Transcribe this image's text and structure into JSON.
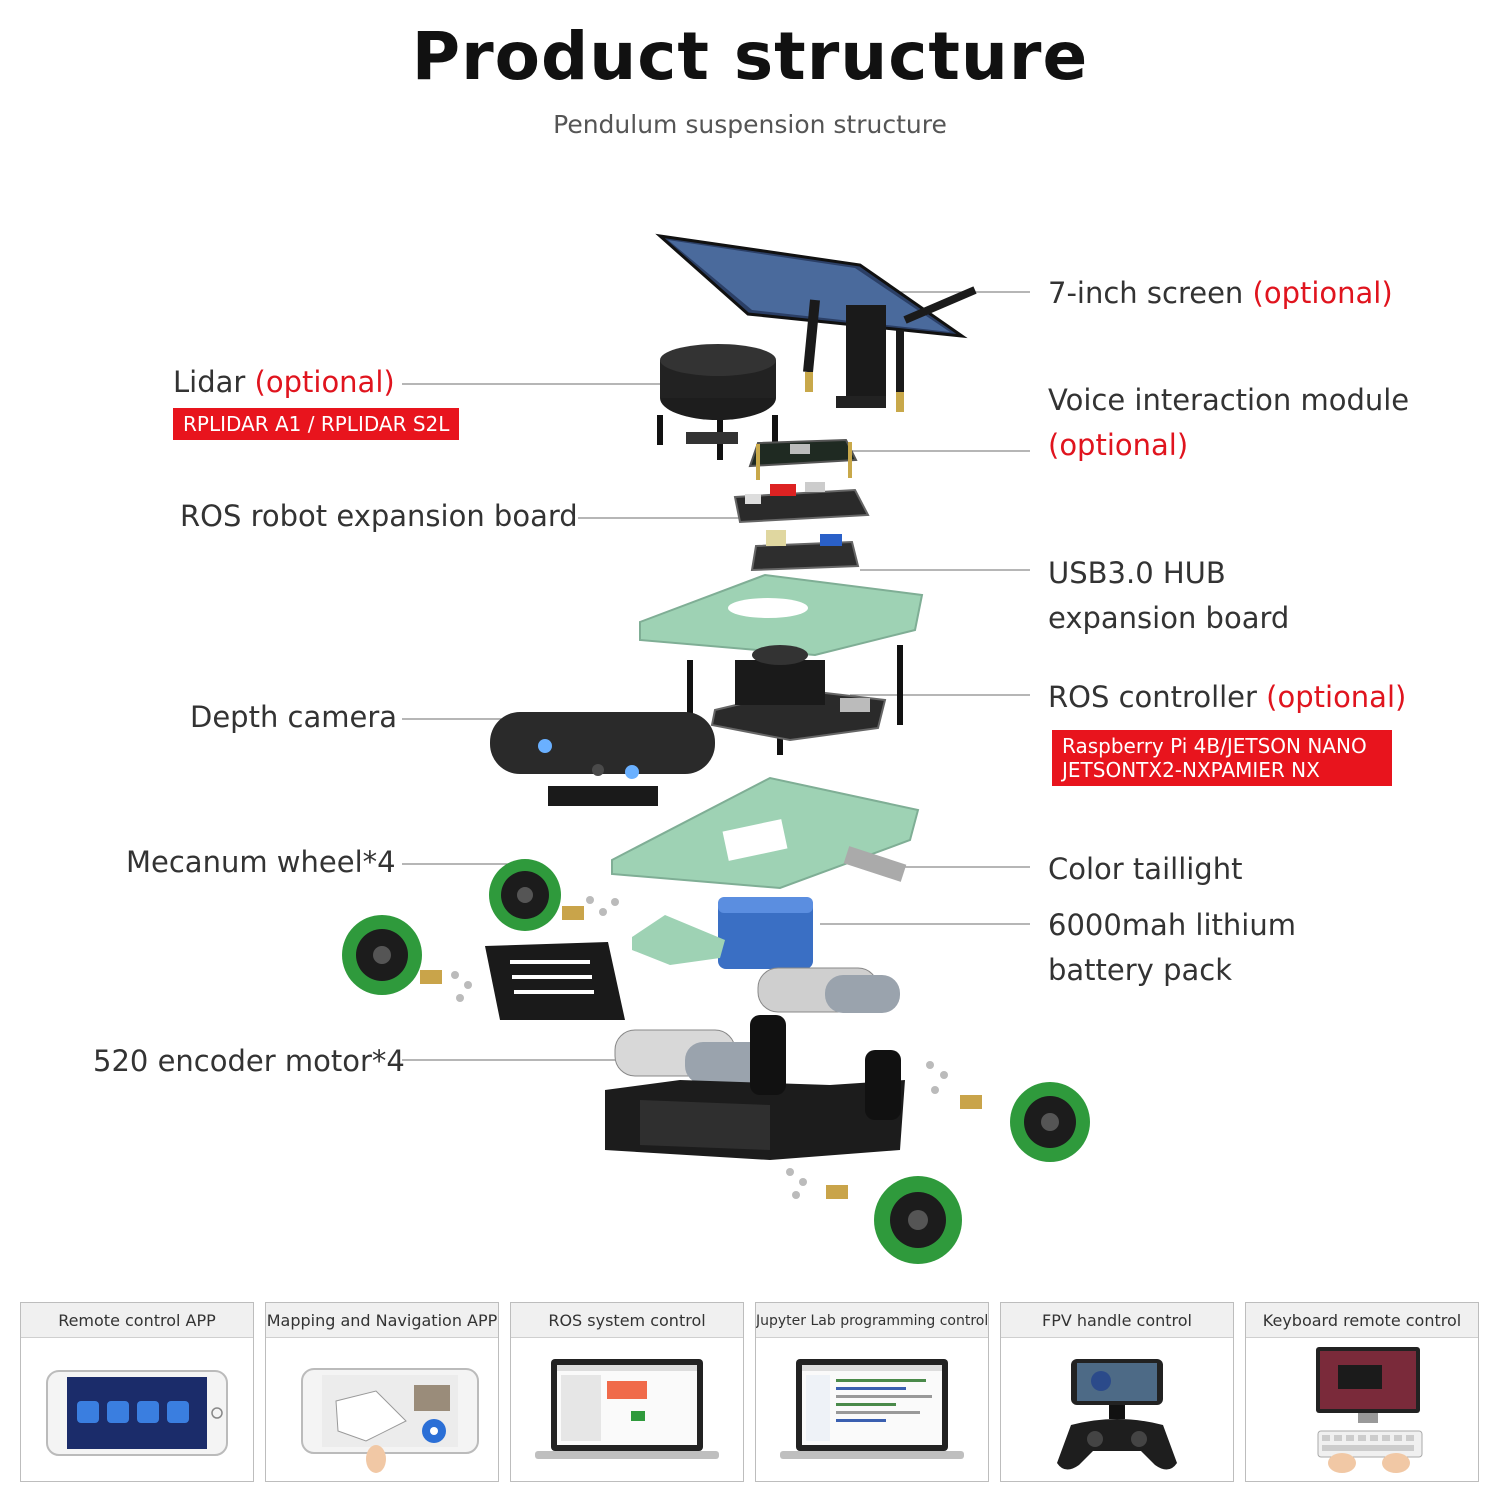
{
  "header": {
    "title": "Product structure",
    "subtitle": "Pendulum suspension structure"
  },
  "labels": {
    "screen": {
      "text": "7-inch screen ",
      "optional": "(optional)"
    },
    "lidar": {
      "text": "Lidar ",
      "optional": "(optional)",
      "badge": "RPLIDAR A1 / RPLIDAR S2L"
    },
    "voice": {
      "line1": "Voice interaction module",
      "optional": "(optional)"
    },
    "expansion_board": {
      "text": "ROS robot expansion board"
    },
    "usb_hub": {
      "line1": "USB3.0 HUB",
      "line2": "expansion board"
    },
    "controller": {
      "text": "ROS controller ",
      "optional": "(optional)",
      "badge_line1": "Raspberry Pi 4B/JETSON NANO",
      "badge_line2": "JETSONTX2-NXPAMIER NX"
    },
    "depth_camera": {
      "text": "Depth camera"
    },
    "wheel": {
      "text": "Mecanum wheel*4"
    },
    "taillight": {
      "text": "Color taillight"
    },
    "battery": {
      "line1": "6000mah lithium",
      "line2": "battery pack"
    },
    "motor": {
      "text": "520 encoder motor*4"
    }
  },
  "panels": [
    {
      "title": "Remote control APP",
      "icon": "phone-app-icon"
    },
    {
      "title": "Mapping and Navigation APP",
      "icon": "phone-map-icon"
    },
    {
      "title": "ROS system control",
      "icon": "laptop-ros-icon"
    },
    {
      "title": "Jupyter Lab programming control",
      "icon": "laptop-jupyter-icon"
    },
    {
      "title": "FPV handle control",
      "icon": "gamepad-icon"
    },
    {
      "title": "Keyboard remote control",
      "icon": "keyboard-icon"
    }
  ],
  "colors": {
    "accent_red": "#e8141d",
    "board_green": "#9ed2b4",
    "wheel_green": "#2f9a3c",
    "battery_blue": "#3a6fc4"
  }
}
